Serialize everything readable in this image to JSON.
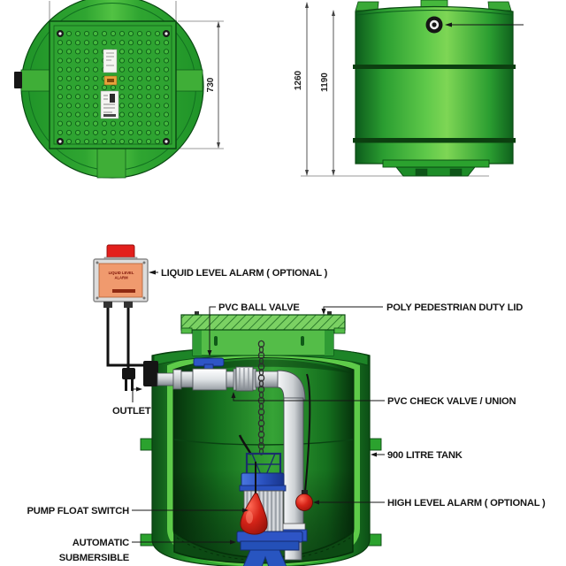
{
  "page": {
    "background": "#ffffff"
  },
  "views": {
    "lid_top_view": {
      "dimension_width": "730"
    },
    "tank_side_view": {
      "dimension_overall_height": "1260",
      "dimension_body_height": "1190"
    }
  },
  "cutaway": {
    "callouts": {
      "liquid_level_alarm": "LIQUID LEVEL ALARM ( OPTIONAL )",
      "pvc_ball_valve": "PVC BALL VALVE",
      "poly_pedestrian_duty_lid": "POLY PEDESTRIAN DUTY LID",
      "outlet": "OUTLET",
      "pvc_check_valve_union": "PVC CHECK VALVE / UNION",
      "tank_capacity": "900 LITRE TANK",
      "high_level_alarm": "HIGH LEVEL ALARM ( OPTIONAL )",
      "pump_float_switch": "PUMP FLOAT SWITCH",
      "automatic_line1": "AUTOMATIC",
      "automatic_line2": "SUBMERSIBLE"
    },
    "alarm_box_label": {
      "line1": "LIQUID LEVEL",
      "line2": "ALARM"
    }
  },
  "colors": {
    "tank_green": "#2ba22e",
    "tank_highlight": "#7ed655",
    "tank_dark": "#0c4f16",
    "cut_face_lime": "#5ecb49",
    "pump_blue": "#2a52c0",
    "float_red": "#d62418",
    "alarm_orange": "#f09a6e",
    "beacon_red": "#e31f1c",
    "pipe_gray": "#cdd1d4",
    "line_black": "#161616"
  }
}
